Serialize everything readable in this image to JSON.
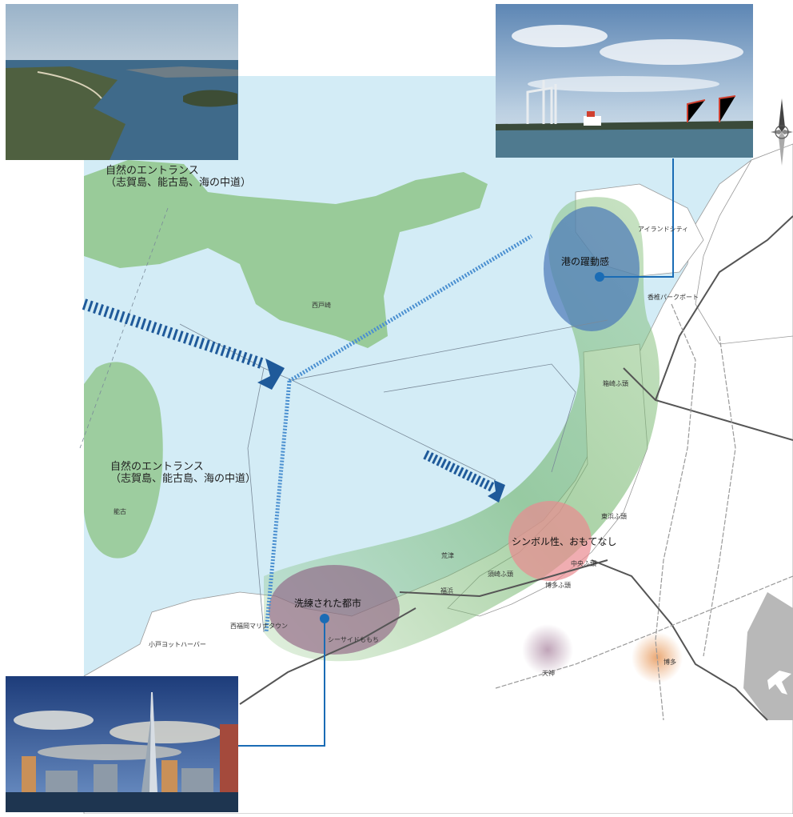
{
  "entrance_label": {
    "line1": "自然のエントランス",
    "line2": "（志賀島、能古島、海の中道）"
  },
  "zones": {
    "port": "港の躍動感",
    "symbol": "シンボル性、おもてなし",
    "city": "洗練された都市"
  },
  "places": {
    "island_city": "アイランドシティ",
    "kashii_park_port": "香椎パークポート",
    "saitozaki": "西戸崎",
    "hakozaki_pier": "箱崎ふ頭",
    "higashihama_pier": "東浜ふ頭",
    "chuo_pier": "中央ふ頭",
    "hakata_pier": "博多ふ頭",
    "suzaki_pier": "須崎ふ頭",
    "aratsu": "荒津",
    "fukuhama": "福浜",
    "nokonoshima": "能古",
    "odo_yacht_harbor": "小戸ヨットハーバー",
    "nishifukuoka_marina_town": "西福岡マリナタウン",
    "seaside_momochi": "シーサイドももち",
    "tenjin": "天神",
    "hakata": "博多"
  },
  "colors": {
    "sea": "#d3ecf6",
    "green": "#86c07a",
    "port_zone": "#4a78b8",
    "symbol_zone": "#e98a90",
    "city_zone": "#8c5a7e",
    "leader": "#1a6cb5",
    "route": "#1f5a9a"
  }
}
